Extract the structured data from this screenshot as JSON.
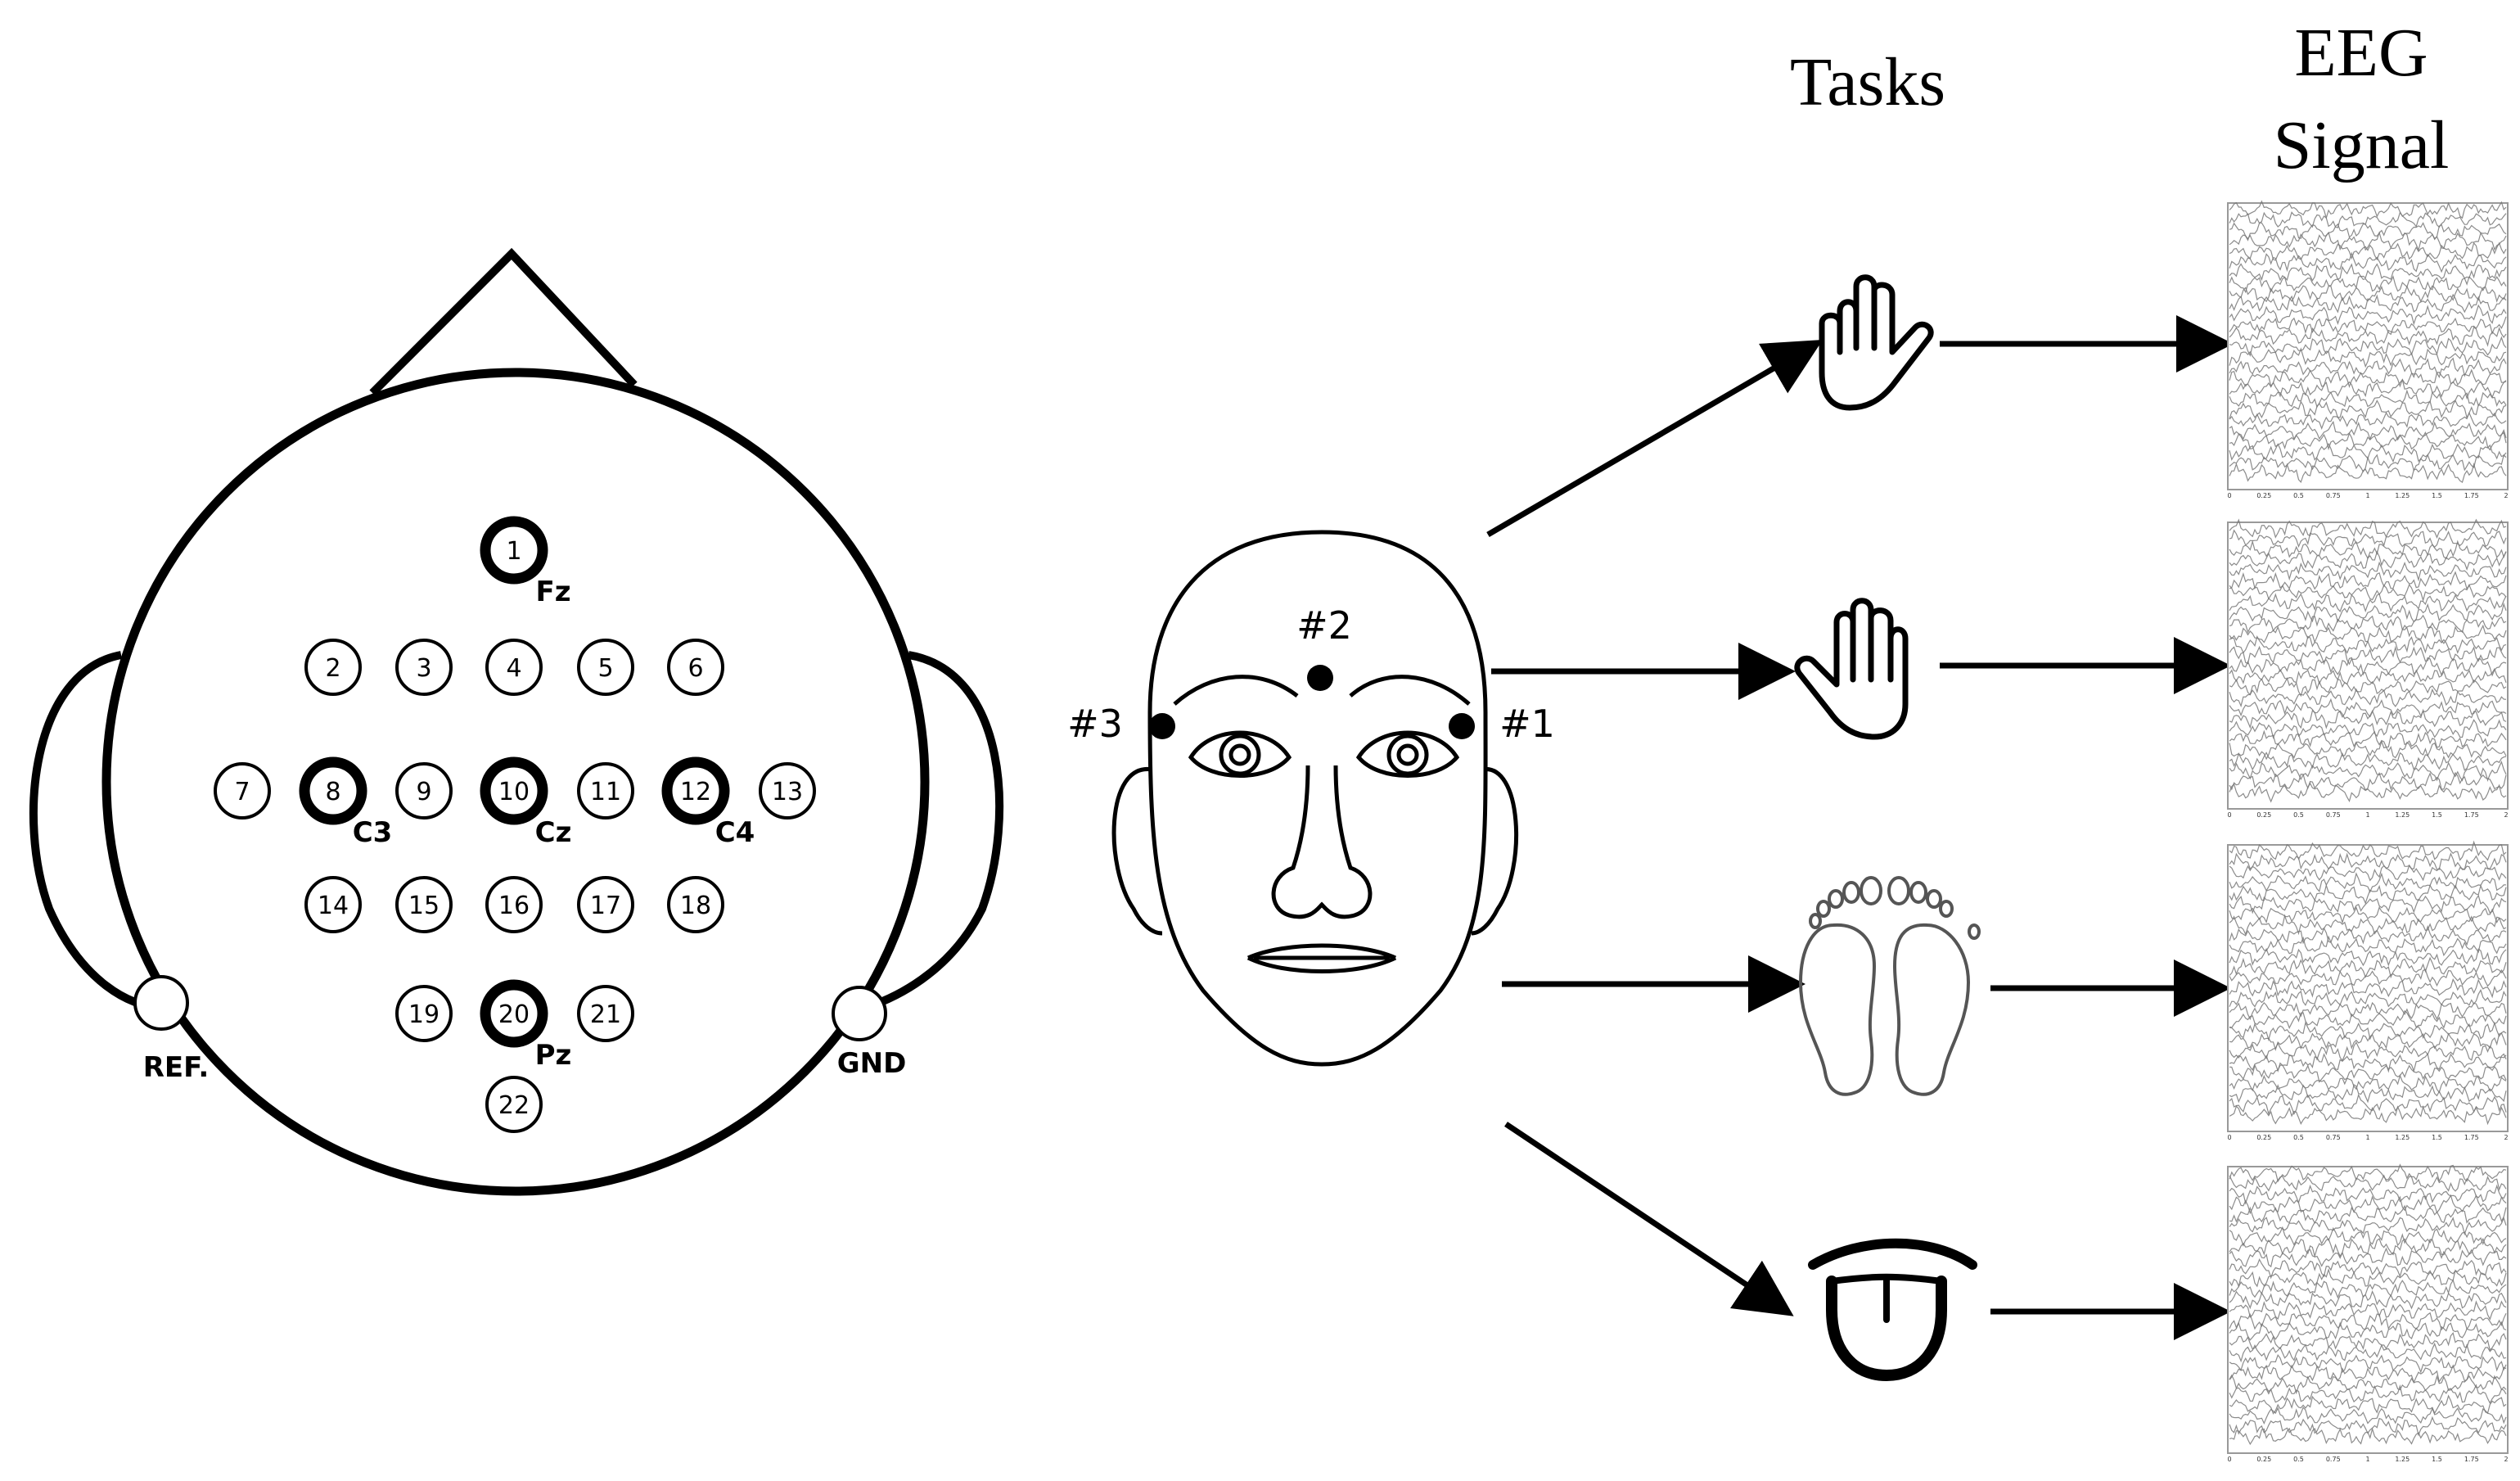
{
  "headings": {
    "tasks": "Tasks",
    "eeg_line1": "EEG",
    "eeg_line2": "Signal"
  },
  "electrodes": [
    {
      "id": "1",
      "label": "Fz",
      "major": true
    },
    {
      "id": "2",
      "label": "",
      "major": false
    },
    {
      "id": "3",
      "label": "",
      "major": false
    },
    {
      "id": "4",
      "label": "",
      "major": false
    },
    {
      "id": "5",
      "label": "",
      "major": false
    },
    {
      "id": "6",
      "label": "",
      "major": false
    },
    {
      "id": "7",
      "label": "",
      "major": false
    },
    {
      "id": "8",
      "label": "C3",
      "major": true
    },
    {
      "id": "9",
      "label": "",
      "major": false
    },
    {
      "id": "10",
      "label": "Cz",
      "major": true
    },
    {
      "id": "11",
      "label": "",
      "major": false
    },
    {
      "id": "12",
      "label": "C4",
      "major": true
    },
    {
      "id": "13",
      "label": "",
      "major": false
    },
    {
      "id": "14",
      "label": "",
      "major": false
    },
    {
      "id": "15",
      "label": "",
      "major": false
    },
    {
      "id": "16",
      "label": "",
      "major": false
    },
    {
      "id": "17",
      "label": "",
      "major": false
    },
    {
      "id": "18",
      "label": "",
      "major": false
    },
    {
      "id": "19",
      "label": "",
      "major": false
    },
    {
      "id": "20",
      "label": "Pz",
      "major": true
    },
    {
      "id": "21",
      "label": "",
      "major": false
    },
    {
      "id": "22",
      "label": "",
      "major": false
    }
  ],
  "reference_labels": {
    "ref": "REF.",
    "gnd": "GND"
  },
  "face_points": {
    "p1": "#1",
    "p2": "#2",
    "p3": "#3"
  },
  "tasks": [
    {
      "name": "left-hand",
      "icon": "left-hand-icon"
    },
    {
      "name": "right-hand",
      "icon": "right-hand-icon"
    },
    {
      "name": "feet",
      "icon": "feet-icon"
    },
    {
      "name": "tongue",
      "icon": "tongue-icon"
    }
  ],
  "eeg_axis_ticks": [
    "0",
    "0.25",
    "0.5",
    "0.75",
    "1",
    "1.25",
    "1.5",
    "1.75",
    "2"
  ]
}
